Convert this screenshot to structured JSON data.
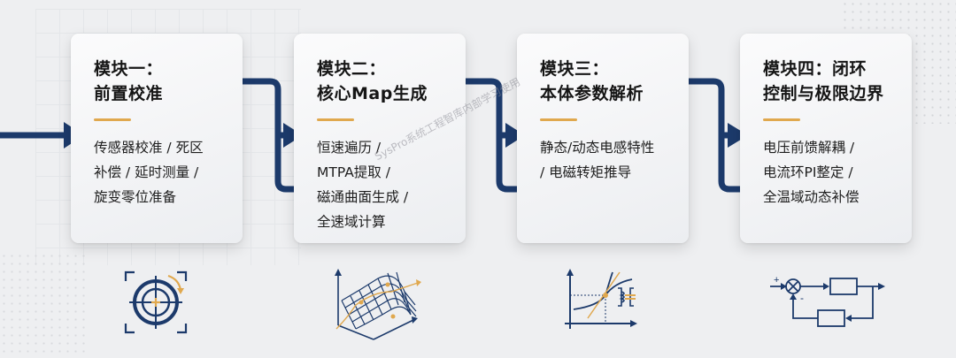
{
  "diagram": {
    "modules": [
      {
        "title": "模块一：\n前置校准",
        "body": "传感器校准 / 死区\n补偿 / 延时测量 /\n旋变零位准备",
        "icon": "target-calibration-icon"
      },
      {
        "title": "模块二：\n核心Map生成",
        "body": "恒速遍历 /\nMTPA提取 /\n磁通曲面生成 /\n全速域计算",
        "icon": "3d-surface-map-icon"
      },
      {
        "title": "模块三：\n本体参数解析",
        "body": "静态/动态电感特性\n/ 电磁转矩推导",
        "icon": "inductance-curve-icon"
      },
      {
        "title": "模块四：闭环\n控制与极限边界",
        "body": "电压前馈解耦 /\n电流环PI整定 /\n全温域动态补偿",
        "icon": "closed-loop-control-icon"
      }
    ],
    "watermark": "SysPro系统工程智库内部学习使用",
    "colors": {
      "arrow": "#1c3a6b",
      "accent": "#e0a84e",
      "card": "#f6f7f8",
      "background": "#eeeff1"
    },
    "control_icon_labels": {
      "plus": "+",
      "minus": "-"
    }
  }
}
